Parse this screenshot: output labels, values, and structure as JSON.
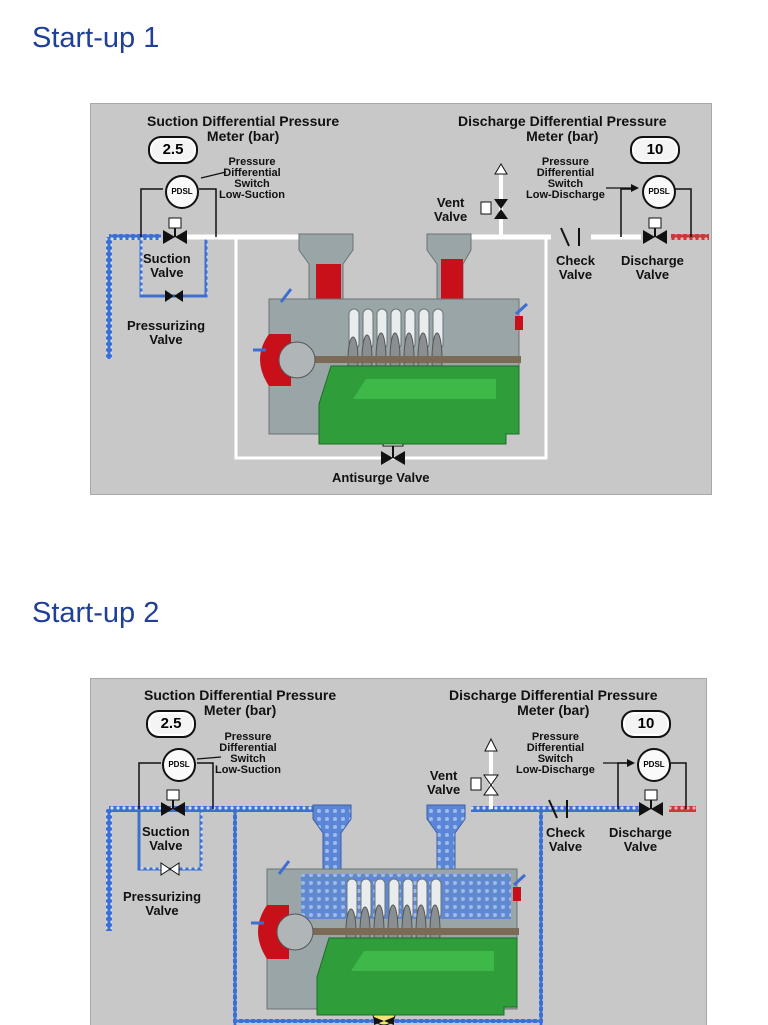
{
  "slides": [
    {
      "title": "Start-up 1",
      "suction_meter_title": "Suction Differential Pressure\nMeter (bar)",
      "suction_meter_value": "2.5",
      "discharge_meter_title": "Discharge Differential Pressure\nMeter (bar)",
      "discharge_meter_value": "10",
      "pdsl_suction_text": "Pressure\nDifferential\nSwitch\nLow-Suction",
      "pdsl_discharge_text": "Pressure\nDifferential\nSwitch\nLow-Discharge",
      "pdsl_label": "PDSL",
      "vent_valve": "Vent\nValve",
      "suction_valve": "Suction\nValve",
      "pressurizing_valve": "Pressurizing\nValve",
      "check_valve": "Check\nValve",
      "discharge_valve": "Discharge\nValve",
      "antisurge_valve": "Antisurge Valve",
      "state": "pressurizing-closed"
    },
    {
      "title": "Start-up 2",
      "suction_meter_title": "Suction Differential Pressure\nMeter (bar)",
      "suction_meter_value": "2.5",
      "discharge_meter_title": "Discharge Differential Pressure\nMeter (bar)",
      "discharge_meter_value": "10",
      "pdsl_suction_text": "Pressure\nDifferential\nSwitch\nLow-Suction",
      "pdsl_discharge_text": "Pressure\nDifferential\nSwitch\nLow-Discharge",
      "pdsl_label": "PDSL",
      "vent_valve": "Vent\nValve",
      "suction_valve": "Suction\nValve",
      "pressurizing_valve": "Pressurizing\nValve",
      "check_valve": "Check\nValve",
      "discharge_valve": "Discharge\nValve",
      "state": "system-filled"
    }
  ],
  "colors": {
    "panel": "#c8c8c8",
    "pipe_empty": "#ffffff",
    "pipe_filled": "#5b86d6",
    "gas_red": "#c8101a",
    "casing": "#9aa5a8",
    "base_green": "#2f9e3a",
    "title_blue": "#1f3f99"
  }
}
